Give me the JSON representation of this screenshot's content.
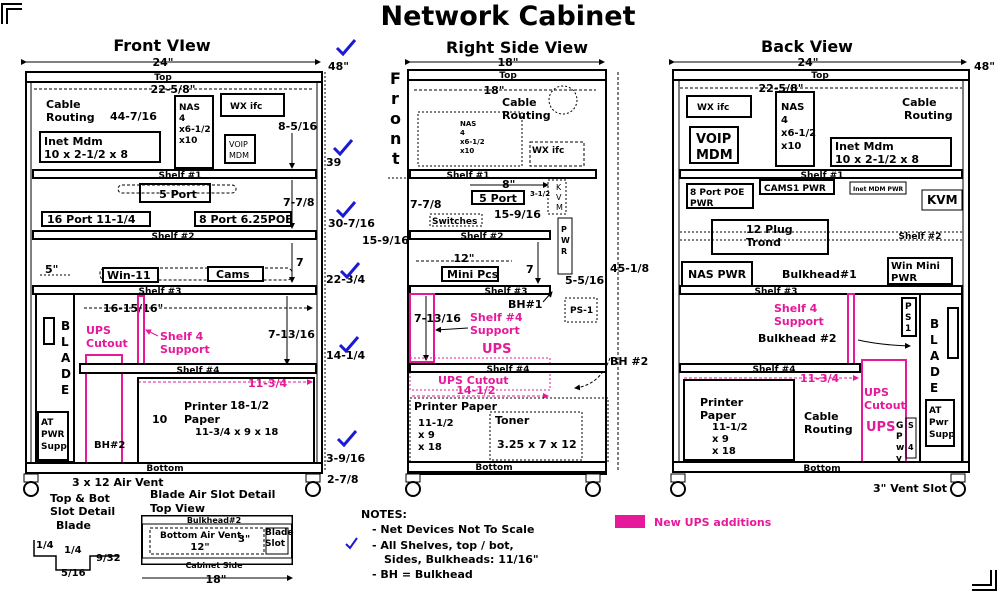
{
  "title": "Network Cabinet",
  "views": {
    "front": "Front VIew",
    "side": "Right Side View",
    "back": "Back View"
  },
  "front": {
    "dim_width": "24\"",
    "dim_height": "48\"",
    "top": "Top",
    "inner_width": "22-5/8\"",
    "cable_routing": [
      "Cable",
      "Routing"
    ],
    "h_44": "44-7/16",
    "nas": [
      "NAS",
      "4",
      "x6-1/2",
      "x10"
    ],
    "wx_ifc": "WX ifc",
    "voip": [
      "VOIP",
      "MDM"
    ],
    "h_8_5_16": "8-5/16",
    "inet_mdm": [
      "Inet Mdm",
      "10 x 2-1/2 x 8"
    ],
    "mark_39": "39",
    "shelf1": "Shelf #1",
    "five_port": "5 Port",
    "h_7_7_8": "7-7/8",
    "port16": "16 Port 11-1/4",
    "port8": "8 Port 6.25POE",
    "mark_30": "30-7/16",
    "shelf2": "Shelf #2",
    "dim_5": "5\"",
    "win11": "Win-11",
    "cams": "Cams",
    "h_7": "7",
    "mark_22": "22-3/4",
    "shelf3": "Shelf #3",
    "w_16": "16-15/16\"",
    "ups_cutout": [
      "UPS",
      "Cutout"
    ],
    "shelf4_support": [
      "Shelf 4",
      "Support"
    ],
    "h_7_13": "7-13/16",
    "blade": [
      "B",
      "L",
      "A",
      "D",
      "E"
    ],
    "mark_14": "14-1/4",
    "ups": "UPS",
    "shelf4": "Shelf #4",
    "w_11_3_4": "11-3/4",
    "at_pwr": [
      "AT",
      "PWR",
      "Supp"
    ],
    "h_10": "10",
    "printer": [
      "Printer",
      "Paper"
    ],
    "h_18_1_2": "18-1/2",
    "paper_dim": "11-3/4 x 9 x 18",
    "bh2": "BH#2",
    "mark_3": "3-9/16",
    "bottom": "Bottom",
    "mark_2": "2-7/8",
    "air_vent": "3 x 12 Air Vent"
  },
  "slot_detail": {
    "label": [
      "Top & Bot",
      "Slot Detail",
      "Blade"
    ],
    "q1": "1/4",
    "q2": "1/4",
    "w1": "5/16",
    "w2": "9/32"
  },
  "blade_detail": {
    "title": [
      "Blade Air Slot Detail",
      "Top View"
    ],
    "bulkhead": "Bulkhead#2",
    "bottom_vent": "Bottom Air Vent",
    "w3": "3\"",
    "blade_slot": [
      "Blade",
      "Slot"
    ],
    "w12": "12\"",
    "cabinet_side": "Cabinet Side",
    "w18": "18\""
  },
  "side": {
    "dim_width": "18\"",
    "top": "Top",
    "front_word": [
      "F",
      "r",
      "o",
      "n",
      "t"
    ],
    "inner": "18\"",
    "cable_routing": [
      "Cable",
      "Routing"
    ],
    "nas": [
      "NAS",
      "4",
      "x6-1/2",
      "x10"
    ],
    "wx_ifc": "WX ifc",
    "shelf1": "Shelf #1",
    "dim_8": "8\"",
    "dim_3_1_2": "3-1/2",
    "kvm": [
      "K",
      "V",
      "M"
    ],
    "h_7_7_8": "7-7/8",
    "five_port": "5 Port",
    "h_15_9_16": "15-9/16",
    "switches": "Switches",
    "pwr": [
      "P",
      "W",
      "R"
    ],
    "h_15_9_16b": "15-9/16",
    "shelf2": "Shelf #2",
    "dim_12": "12\"",
    "mini_pcs": "Mini Pcs",
    "h_7": "7",
    "h_5_5_16": "5-5/16",
    "shelf3": "Shelf #3",
    "bh1": "BH#1",
    "h_45": "45-1/8",
    "ps1": "PS-1",
    "h_7_13": "7-13/16",
    "shelf4_support": [
      "Shelf #4",
      "Support"
    ],
    "ups": "UPS",
    "bh2": "BH #2",
    "shelf4": "Shelf #4",
    "ups_cutout": "UPS Cutout",
    "w_14": "14-1/2",
    "printer_paper": "Printer Paper",
    "paper_dim": [
      "11-1/2",
      "x 9",
      "x 18"
    ],
    "toner": "Toner",
    "toner_dim": "3.25 x 7 x 12",
    "bottom": "Bottom"
  },
  "back": {
    "dim_width": "24\"",
    "dim_height": "48\"",
    "top": "Top",
    "inner": "22-5/8\"",
    "wx_ifc": "WX ifc",
    "nas": [
      "NAS",
      "4",
      "x6-1/2",
      "x10"
    ],
    "cable_routing": [
      "Cable",
      "Routing"
    ],
    "voip": [
      "VOIP",
      "MDM"
    ],
    "inet_mdm": [
      "Inet Mdm",
      "10 x 2-1/2 x 8"
    ],
    "shelf1": "Shelf #1",
    "poe_pwr": [
      "8 Port POE",
      "PWR"
    ],
    "cams1_pwr": "CAMS1 PWR",
    "inet_pwr": "Inet MDM PWR",
    "kvm": "KVM",
    "plug": [
      "12 Plug",
      "Trond"
    ],
    "shelf2": "Shelf #2",
    "nas_pwr": "NAS PWR",
    "bulkhead1": "Bulkhead#1",
    "win_mini_pwr": [
      "Win Mini",
      "PWR"
    ],
    "shelf3": "Shelf #3",
    "shelf4_support": [
      "Shelf 4",
      "Support"
    ],
    "ps1": [
      "P",
      "S",
      "1"
    ],
    "blade": [
      "B",
      "L",
      "A",
      "D",
      "E"
    ],
    "bulkhead2": "Bulkhead #2",
    "shelf4": "Shelf #4",
    "w_11_3_4": "11-3/4",
    "printer": [
      "Printer",
      "Paper"
    ],
    "paper_dim": [
      "11-1/2",
      "x 9",
      "x 18"
    ],
    "ups_cutout": [
      "UPS",
      "Cutout"
    ],
    "cable_routing2": [
      "Cable",
      "Routing"
    ],
    "ups": "UPS",
    "gpwy": [
      "G",
      "P",
      "w",
      "y"
    ],
    "s4": [
      "S",
      "4"
    ],
    "at_pwr": [
      "AT",
      "Pwr",
      "Supp"
    ],
    "bottom": "Bottom",
    "vent": "3\" Vent Slot"
  },
  "notes": {
    "title": "NOTES:",
    "items": [
      "- Net Devices Not To Scale",
      "- All Shelves, top / bot,",
      "Sides, Bulkheads: 11/16\"",
      "- BH = Bulkhead"
    ]
  },
  "legend": {
    "label": "New UPS additions",
    "color": "#e6199b"
  },
  "colors": {
    "ups": "#e6199b",
    "check": "#1a1ad6",
    "line": "#000000"
  },
  "icons": [
    "check-icon",
    "arrow-icon",
    "caster-icon",
    "corner-icon"
  ]
}
